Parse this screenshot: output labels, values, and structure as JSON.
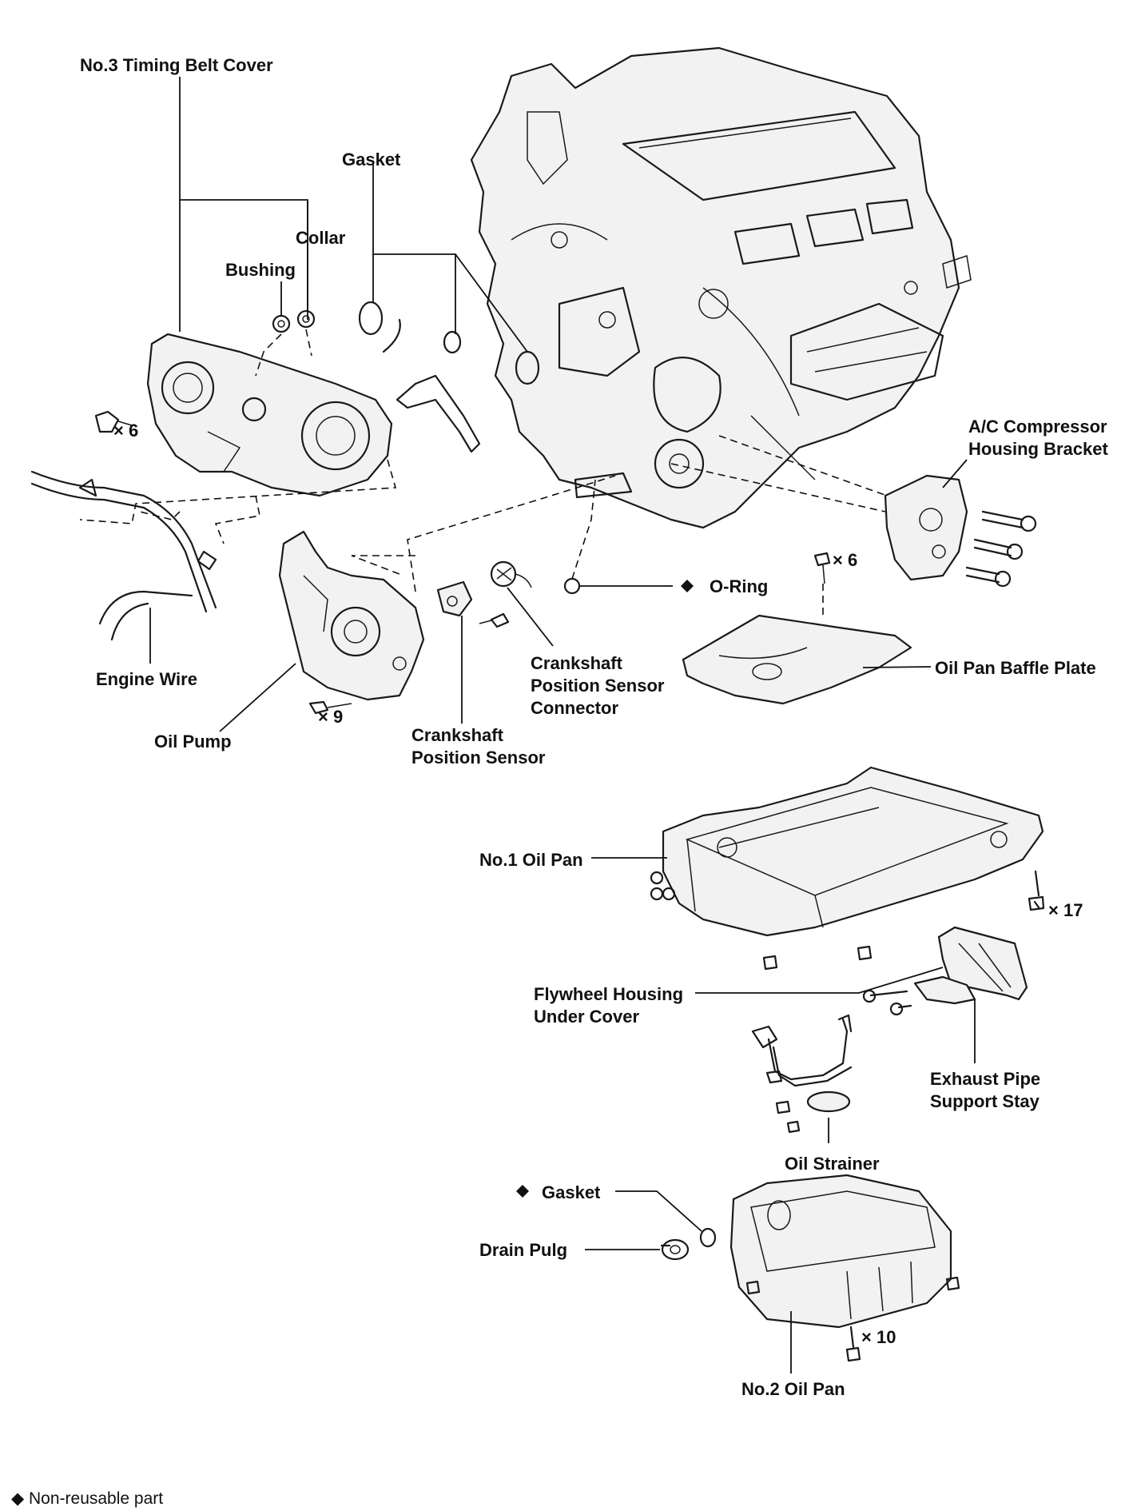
{
  "labels": {
    "timing_belt_cover": "No.3 Timing Belt Cover",
    "gasket_top": "Gasket",
    "collar": "Collar",
    "bushing": "Bushing",
    "ac_bracket": [
      "A/C Compressor",
      "Housing Bracket"
    ],
    "o_ring": "O-Ring",
    "engine_wire": "Engine Wire",
    "oil_pump": "Oil Pump",
    "ckp_connector": [
      "Crankshaft",
      "Position Sensor",
      "Connector"
    ],
    "ckp_sensor": [
      "Crankshaft",
      "Position Sensor"
    ],
    "baffle_plate": "Oil Pan Baffle Plate",
    "no1_oil_pan": "No.1 Oil Pan",
    "flywheel_cover": [
      "Flywheel Housing",
      "Under Cover"
    ],
    "exhaust_stay": [
      "Exhaust Pipe",
      "Support Stay"
    ],
    "oil_strainer": "Oil Strainer",
    "gasket_drain": "Gasket",
    "drain_plug": "Drain Pulg",
    "no2_oil_pan": "No.2 Oil Pan"
  },
  "multipliers": {
    "cover_bolts": "× 6",
    "baffle_bolts": "× 6",
    "pump_bolts": "× 9",
    "pan1_bolts": "× 17",
    "pan2_bolts": "× 10"
  },
  "legend": {
    "symbol": "◆",
    "text": "Non-reusable part"
  }
}
